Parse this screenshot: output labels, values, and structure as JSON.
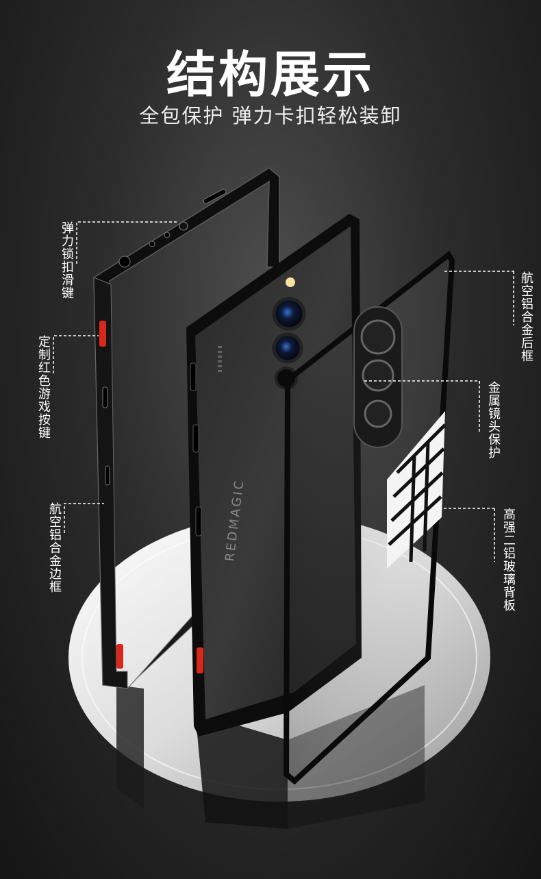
{
  "title": "结构展示",
  "subtitle": "全包保护 弹力卡扣轻松装卸",
  "callouts": {
    "elastic_lock_button": "弹力锁扣滑键",
    "custom_red_game_keys": "定制红色游戏按键",
    "aluminum_side_frame": "航空铝合金边框",
    "aluminum_rear_frame": "航空铝合金后框",
    "metal_lens_protection": "金属镜头保护",
    "glass_back_panel": "高强二铝玻璃背板"
  },
  "phone_print": {
    "brand": "REDMAGIC"
  },
  "colors": {
    "accent_red": "#d8281e",
    "frame_black": "#111111",
    "callout_line": "#ffffff"
  }
}
